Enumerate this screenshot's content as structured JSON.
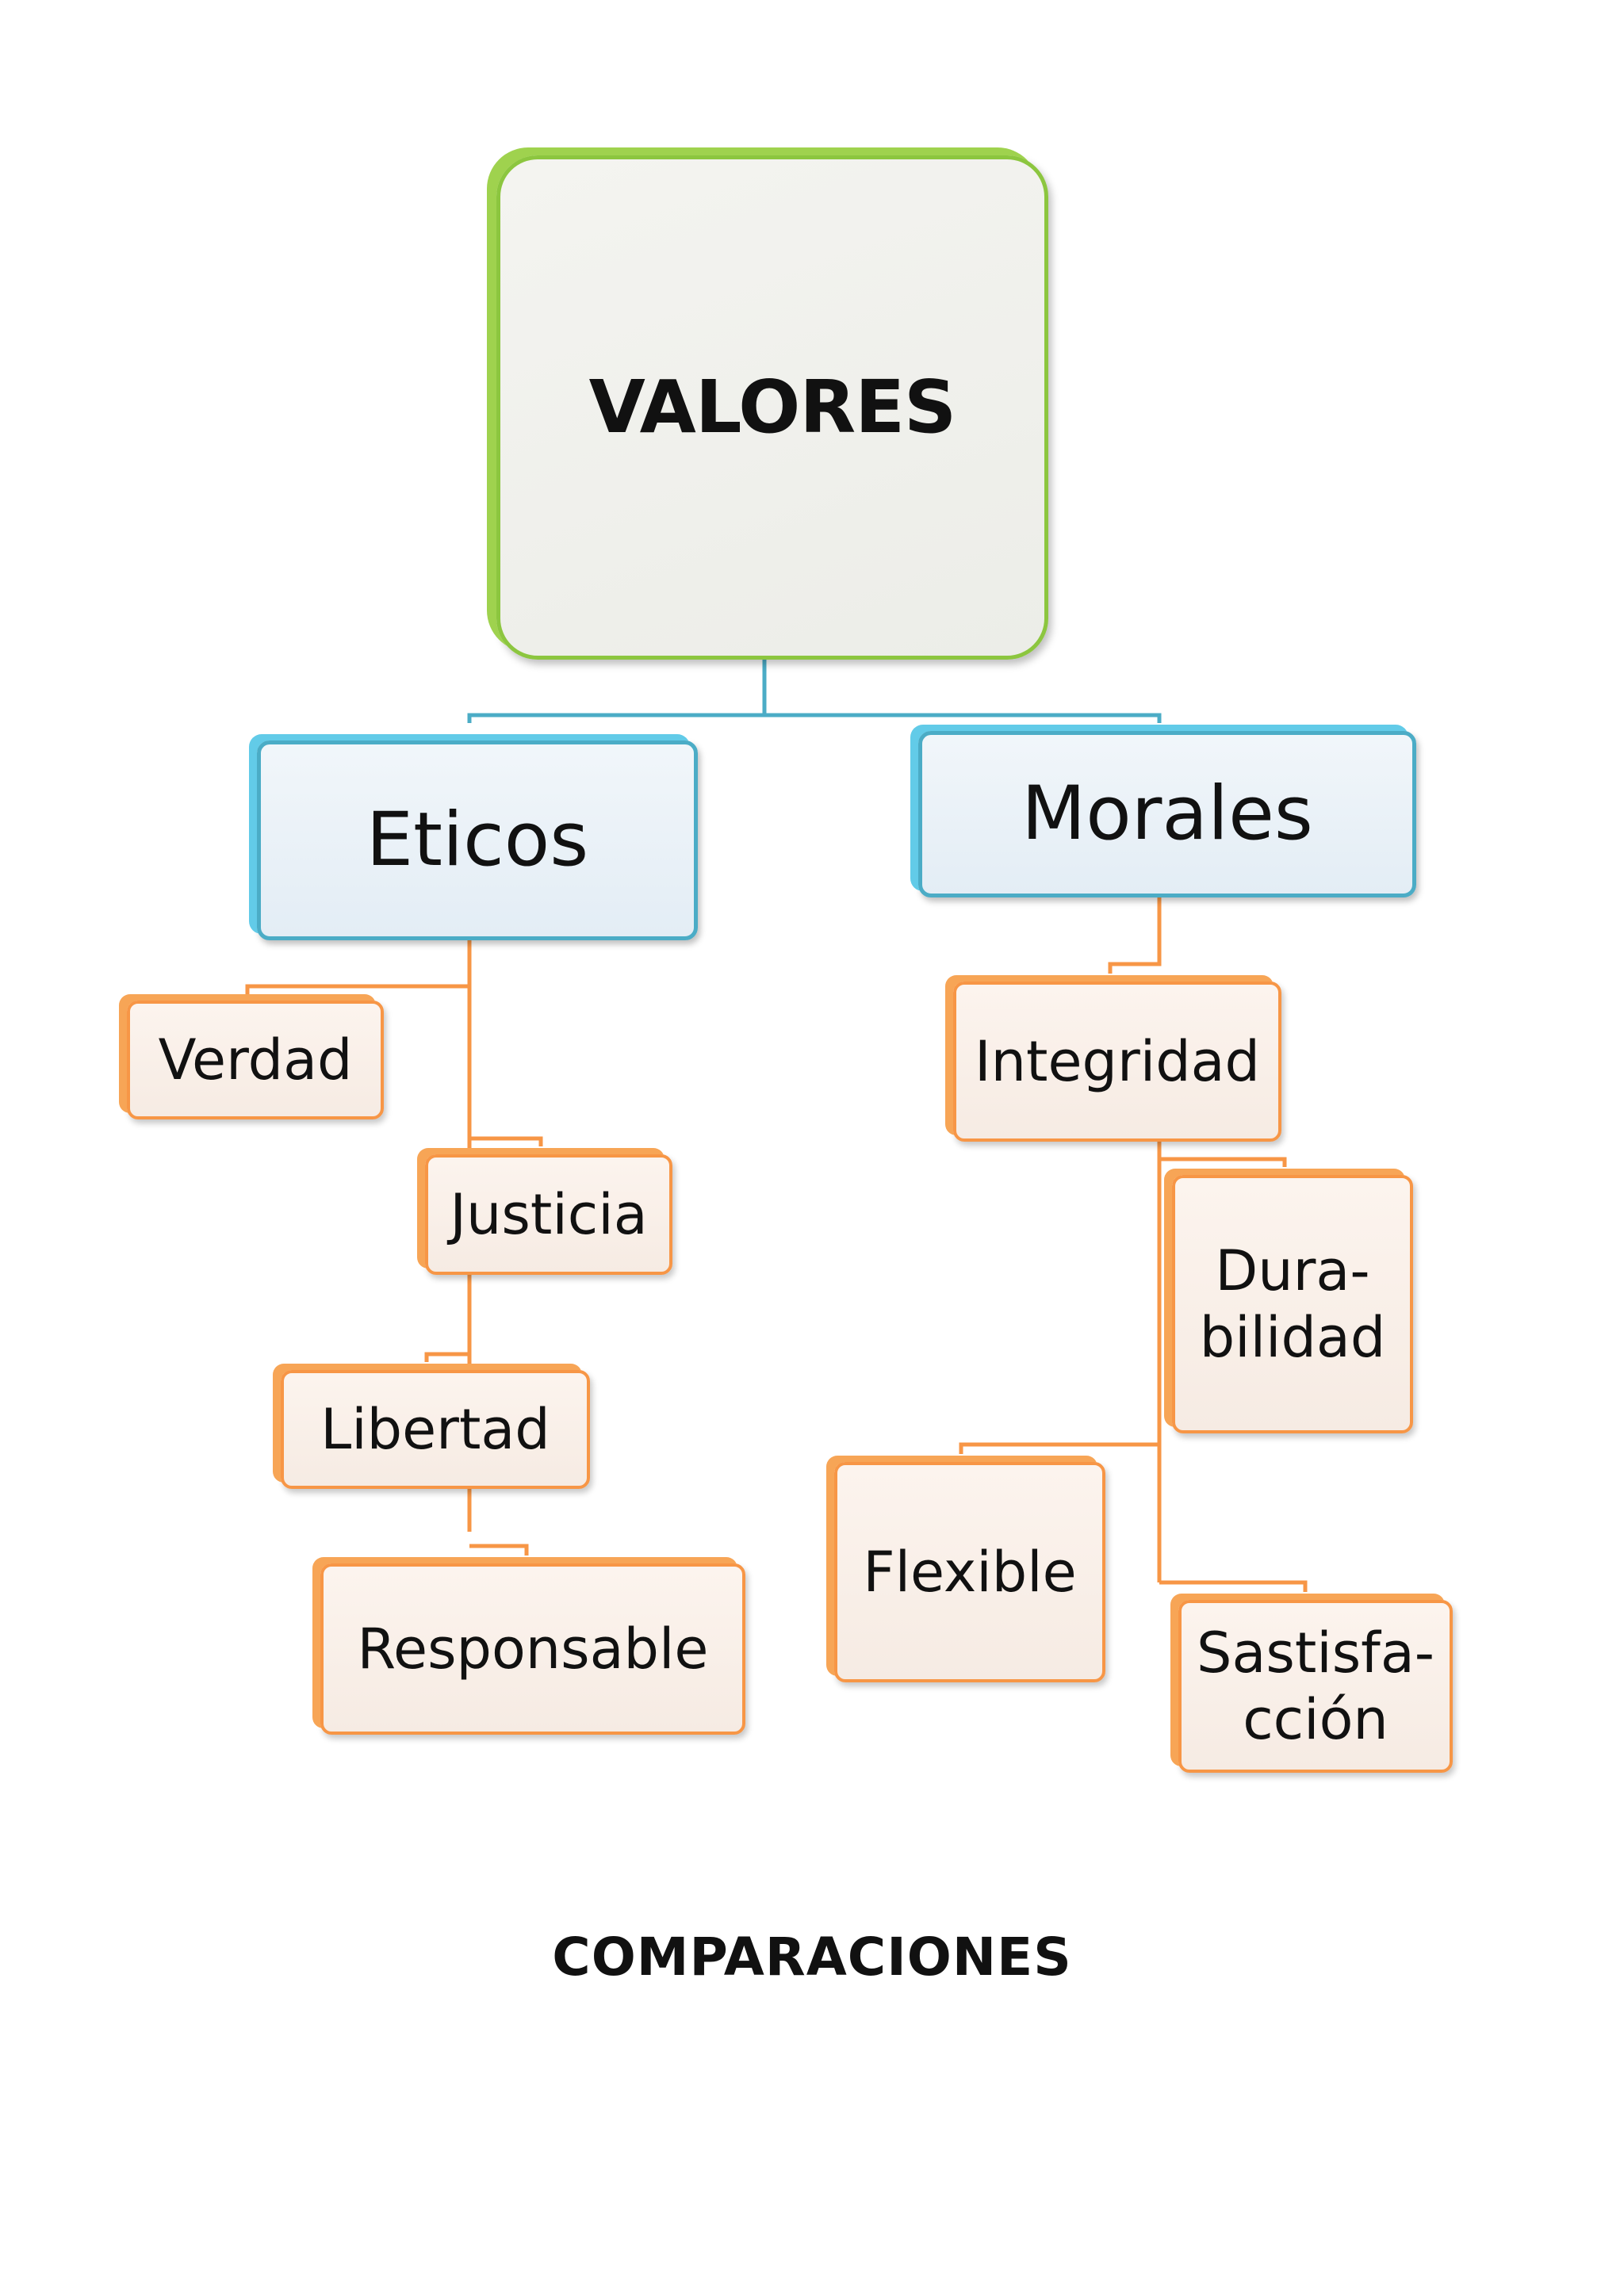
{
  "diagram": {
    "root": "VALORES",
    "categories": {
      "eticos": "Eticos",
      "morales": "Morales"
    },
    "eticos_items": {
      "verdad": "Verdad",
      "justicia": "Justicia",
      "libertad": "Libertad",
      "responsable": "Responsable"
    },
    "morales_items": {
      "integridad": "Integridad",
      "durabilidad": "Dura-\nbilidad",
      "flexible": "Flexible",
      "satisfaccion": "Sastisfa-\ncción"
    },
    "colors": {
      "root_border": "#8cc63f",
      "category_border": "#4bacc6",
      "leaf_border": "#f79646",
      "category_connector": "#4bacc6",
      "leaf_connector": "#f79646"
    }
  },
  "caption": "COMPARACIONES"
}
